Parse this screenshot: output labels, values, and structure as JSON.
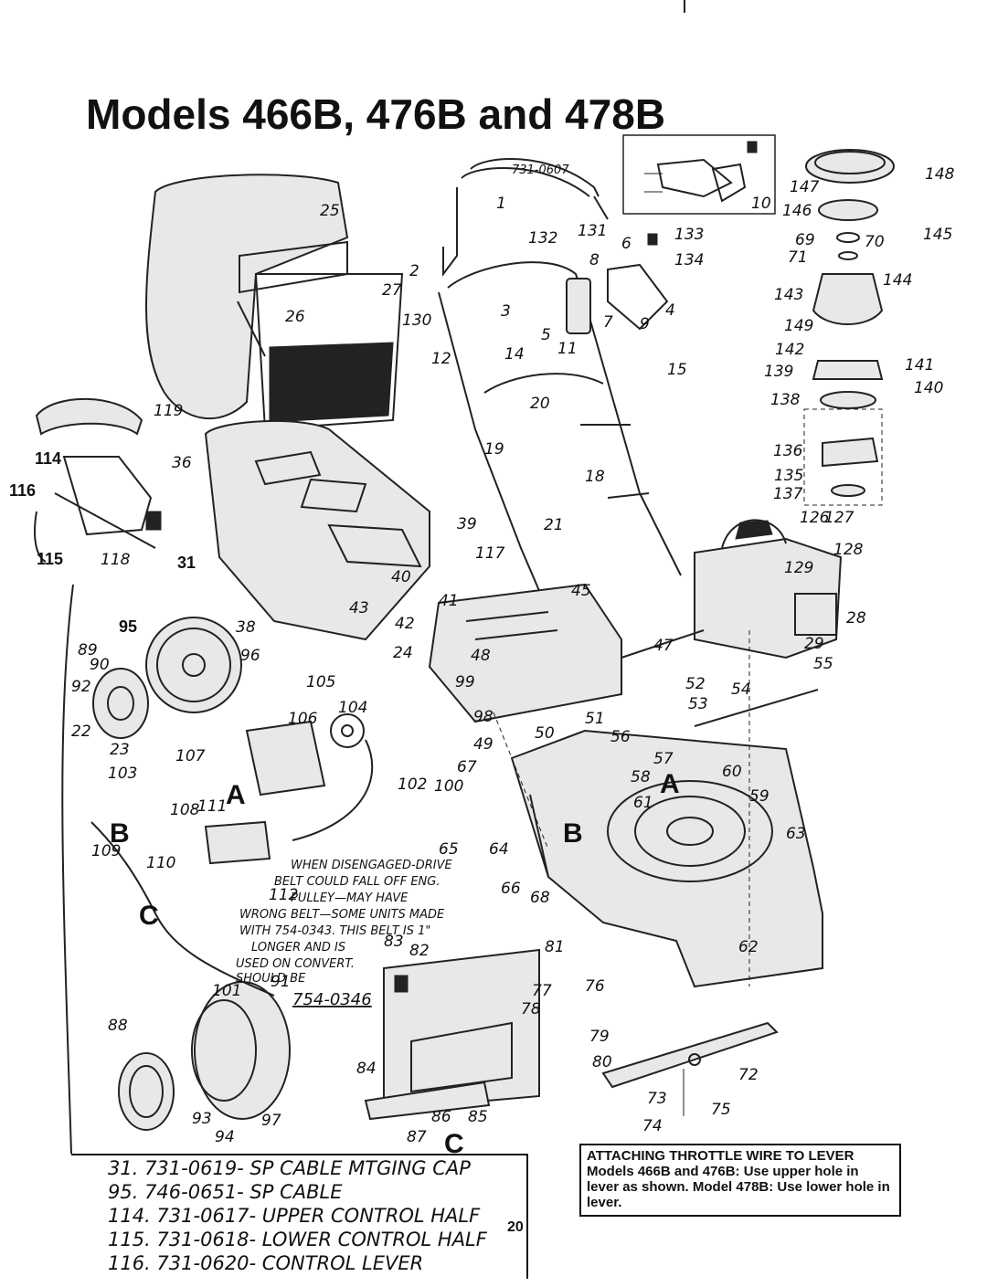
{
  "title": "Models 466B, 476B and 478B",
  "page_number": "20",
  "info_box": {
    "heading": "ATTACHING THROTTLE WIRE TO LEVER",
    "body": "Models 466B and 476B: Use upper hole in lever as shown. Model 478B: Use lower hole in lever."
  },
  "handwritten_note": {
    "lines": [
      "WHEN DISENGAGED-DRIVE",
      "BELT COULD FALL OFF ENG.",
      "PULLEY—MAY HAVE",
      "WRONG BELT—SOME UNITS MADE",
      "WITH 754-0343. THIS BELT IS 1\"",
      "LONGER AND IS",
      "USED ON CONVERT.",
      "SHOULD BE"
    ],
    "part_number": "754-0346"
  },
  "handwritten_list": [
    "31. 731-0619- SP CABLE MTGING CAP",
    "95. 746-0651- SP CABLE",
    "114. 731-0617- UPPER CONTROL HALF",
    "115. 731-0618- LOWER CONTROL HALF",
    "116. 731-0620- CONTROL LEVER"
  ],
  "handle_part_number": "731-0607",
  "section_letters": [
    "A",
    "B",
    "C"
  ],
  "callouts": [
    "1",
    "2",
    "3",
    "4",
    "5",
    "6",
    "7",
    "8",
    "9",
    "10",
    "11",
    "12",
    "14",
    "15",
    "18",
    "19",
    "20",
    "21",
    "22",
    "23",
    "24",
    "25",
    "26",
    "27",
    "28",
    "29",
    "31",
    "36",
    "38",
    "39",
    "40",
    "41",
    "42",
    "43",
    "45",
    "47",
    "48",
    "49",
    "50",
    "51",
    "52",
    "53",
    "54",
    "55",
    "56",
    "57",
    "58",
    "59",
    "60",
    "61",
    "62",
    "63",
    "64",
    "65",
    "66",
    "67",
    "68",
    "69",
    "70",
    "71",
    "72",
    "73",
    "74",
    "75",
    "76",
    "77",
    "78",
    "79",
    "80",
    "81",
    "82",
    "83",
    "84",
    "85",
    "86",
    "87",
    "88",
    "89",
    "90",
    "91",
    "92",
    "93",
    "94",
    "95",
    "96",
    "97",
    "98",
    "99",
    "100",
    "101",
    "102",
    "103",
    "104",
    "105",
    "106",
    "107",
    "108",
    "109",
    "110",
    "111",
    "112",
    "114",
    "115",
    "116",
    "117",
    "118",
    "119",
    "126",
    "127",
    "128",
    "129",
    "130",
    "131",
    "132",
    "133",
    "134",
    "135",
    "136",
    "137",
    "138",
    "139",
    "140",
    "141",
    "142",
    "143",
    "144",
    "145",
    "146",
    "147",
    "148",
    "149"
  ]
}
